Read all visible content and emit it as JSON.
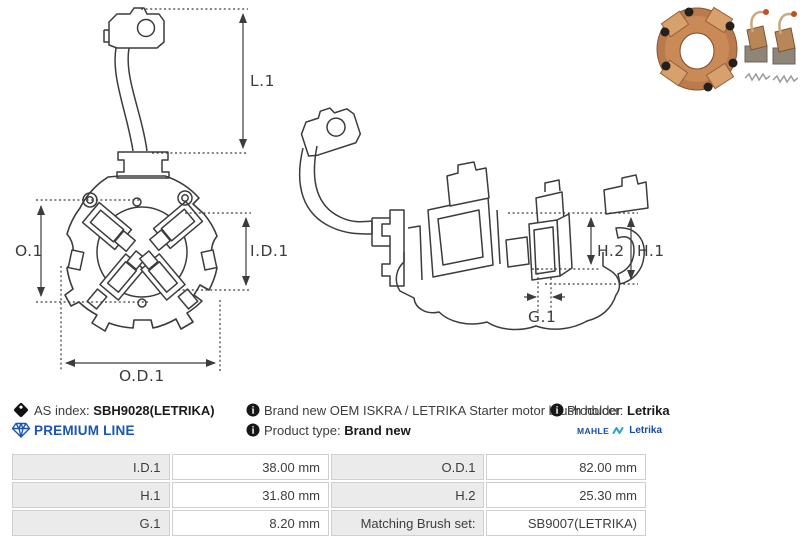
{
  "diagram": {
    "labels": {
      "l1": "L.1",
      "o1": "O.1",
      "id1": "I.D.1",
      "od1": "O.D.1",
      "h2": "H.2",
      "h1": "H.1",
      "g1": "G.1"
    },
    "line_color": "#3c3c3c"
  },
  "info": {
    "as_index_label": "AS index:",
    "as_index_value": "SBH9028(LETRIKA)",
    "premium_line": "PREMIUM LINE",
    "description": "Brand new OEM ISKRA / LETRIKA Starter motor brush holder",
    "product_type_label": "Product type:",
    "product_type_value": "Brand new",
    "producer_label": "Producer:",
    "producer_value": "Letrika",
    "brand": {
      "mahle": "MAHLE",
      "letrika": "Letrika"
    },
    "icons": {
      "as_index": "tag-icon",
      "premium": "diamond-icon",
      "description": "info-icon",
      "product_type": "info-icon",
      "producer": "info-icon",
      "brand_symbol": "wave-icon"
    },
    "accent_blue": "#1b55b0"
  },
  "specs": {
    "rows": [
      {
        "label1": "I.D.1",
        "value1": "38.00 mm",
        "label2": "O.D.1",
        "value2": "82.00 mm"
      },
      {
        "label1": "H.1",
        "value1": "31.80 mm",
        "label2": "H.2",
        "value2": "25.30 mm"
      },
      {
        "label1": "G.1",
        "value1": "8.20 mm",
        "label2": "Matching Brush set:",
        "value2": "SB9007(LETRIKA)"
      }
    ]
  }
}
